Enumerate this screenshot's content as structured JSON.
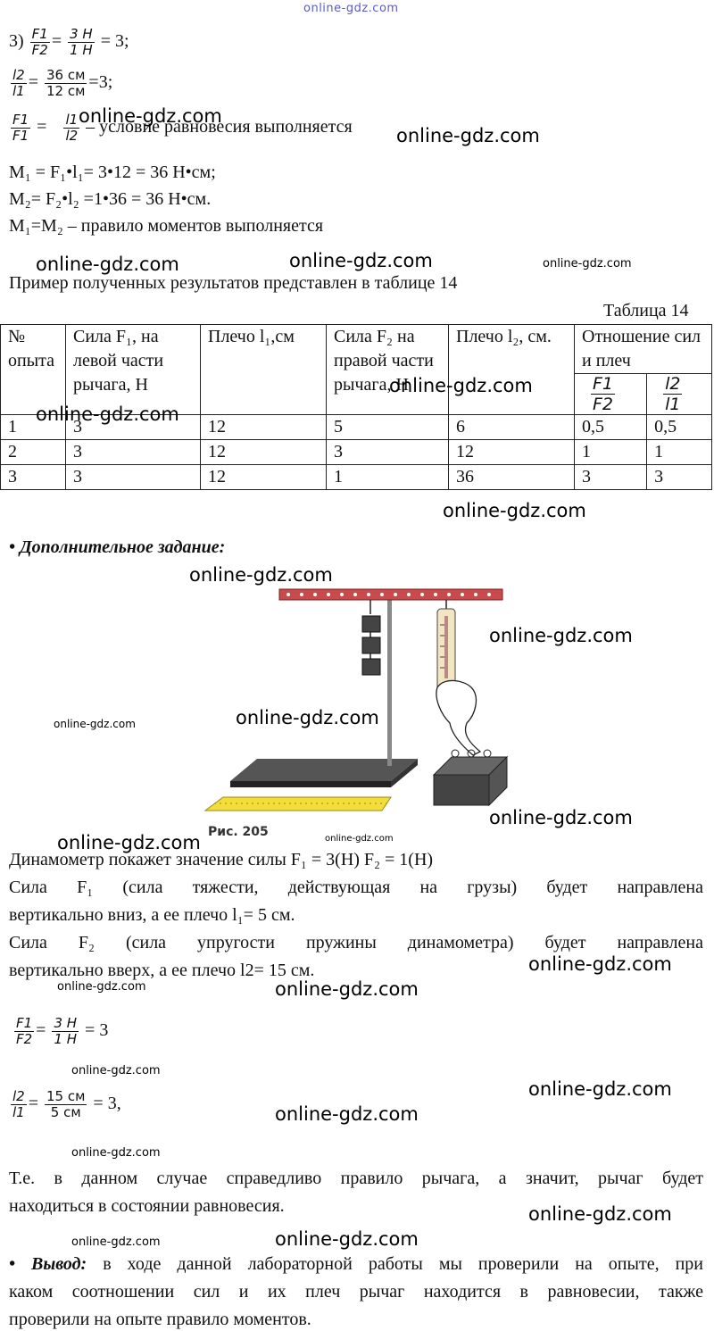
{
  "watermark_top": "online-gdz.com",
  "watermark": "online-gdz.com",
  "calc1": {
    "prefix": "3)",
    "frac_f_num": "F1",
    "frac_f_den": "F2",
    "frac_v_num": "3 H",
    "frac_v_den": "1 H",
    "result_f": "= 3;",
    "frac_l_num": "l2",
    "frac_l_den": "l1",
    "frac_lv_num": "36 см",
    "frac_lv_den": "12 см",
    "result_l": "=3;",
    "cond_num1": "F1",
    "cond_den1": "F1",
    "cond_num2": "l1",
    "cond_den2": "l2",
    "cond_text": "– условие равновесия выполняется",
    "m1": "M₁ = F₁•l₁= 3•12 = 36 Н•см;",
    "m2": "M₂= F₂•l₂ =1•36 = 36 Н•см.",
    "rule": "M₁=M₂ – правило моментов выполняется"
  },
  "example_text": "Пример полученных результатов представлен в таблице 14",
  "table_caption": "Таблица 14",
  "table": {
    "h_no": "№ опыта",
    "h_f1": "Сила F₁, на левой части рычага, Н",
    "h_l1": "Плечо l₁,см",
    "h_f2": "Сила F₂ на правой части рычага, Н",
    "h_l2": "Плечо l₂, см.",
    "h_ratio": "Отношение сил и плеч",
    "h_ratio_f_num": "F1",
    "h_ratio_f_den": "F2",
    "h_ratio_l_num": "l2",
    "h_ratio_l_den": "l1",
    "rows": [
      [
        "1",
        "3",
        "12",
        "5",
        "6",
        "0,5",
        "0,5"
      ],
      [
        "2",
        "3",
        "12",
        "3",
        "12",
        "1",
        "1"
      ],
      [
        "3",
        "3",
        "12",
        "1",
        "36",
        "3",
        "3"
      ]
    ]
  },
  "extra_task": "• Дополнительное задание:",
  "figure_caption": "Рис. 205",
  "dyn_text": "Динамометр покажет значение силы F₁ = 3(Н)  F₂ = 1(Н)",
  "f1_line1": "Сила F₁ (сила тяжести, действующая на грузы) будет направлена",
  "f1_line2": "вертикально вниз, а ее плечо l₁= 5 см.",
  "f2_line1": "Сила F₂ (сила упругости пружины динамометра) будет направлена",
  "f2_line2": "вертикально вверх, а ее плечо l2= 15 см.",
  "calc2": {
    "f_num": "F1",
    "f_den": "F2",
    "v_num": "3 H",
    "v_den": "1 H",
    "result_f": "= 3",
    "l_num": "l2",
    "l_den": "l1",
    "lv_num": "15 см",
    "lv_den": "5 см",
    "result_l": "= 3,"
  },
  "conclusion1_line1": "Т.е. в данном случае справедливо правило рычага, а значит, рычаг будет",
  "conclusion1_line2": "находиться в состоянии равновесия.",
  "vyvod_label": "• Вывод:",
  "vyvod_line1": " в ходе данной лабораторной работы мы проверили на опыте, при",
  "vyvod_line2": "каком соотношении сил и их плеч рычаг находится в равновесии, также",
  "vyvod_line3": "проверили на опыте правило моментов."
}
